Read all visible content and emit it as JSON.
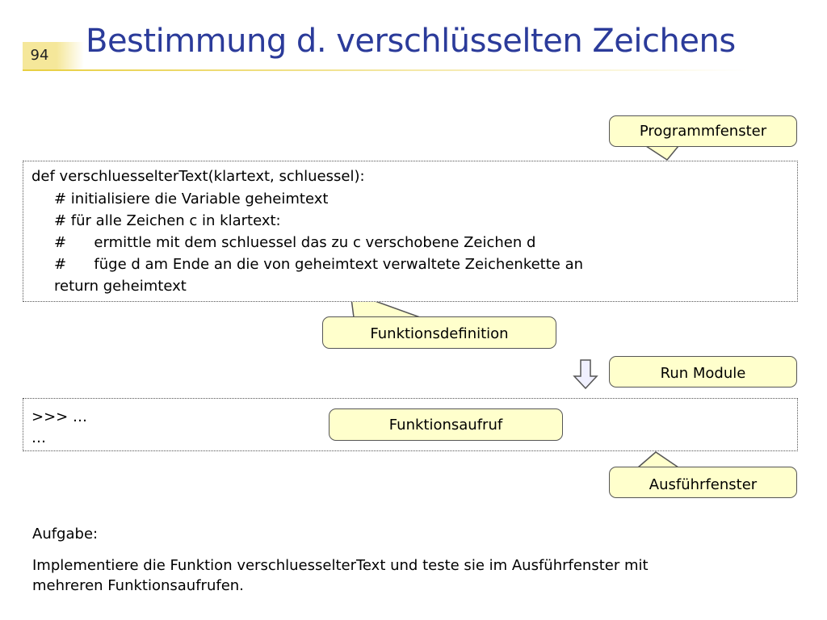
{
  "slide": {
    "number": "94",
    "title": "Bestimmung d. verschlüsselten Zeichens"
  },
  "code": {
    "lines": [
      "def verschluesselterText(klartext, schluessel):",
      "# initialisiere die Variable geheimtext",
      "# für alle Zeichen c in klartext:",
      "#      ermittle mit dem schluessel das zu c verschobene Zeichen d",
      "#      füge d am Ende an die von geheimtext verwaltete Zeichenkette an",
      "return geheimtext"
    ]
  },
  "shell": {
    "lines": [
      ">>> …",
      "…"
    ]
  },
  "callouts": {
    "programmfenster": "Programmfenster",
    "funktionsdefinition": "Funktionsdefinition",
    "run_module": "Run Module",
    "funktionsaufruf": "Funktionsaufruf",
    "ausfuehrfenster": "Ausführfenster"
  },
  "task": {
    "heading": "Aufgabe:",
    "text_line1": "Implementiere die Funktion verschluesselterText und teste sie im Ausführfenster mit",
    "text_line2": "mehreren Funktionsaufrufen."
  },
  "colors": {
    "title": "#2b3b9a",
    "accent": "#f5e79a",
    "callout_fill": "#ffffcc"
  }
}
